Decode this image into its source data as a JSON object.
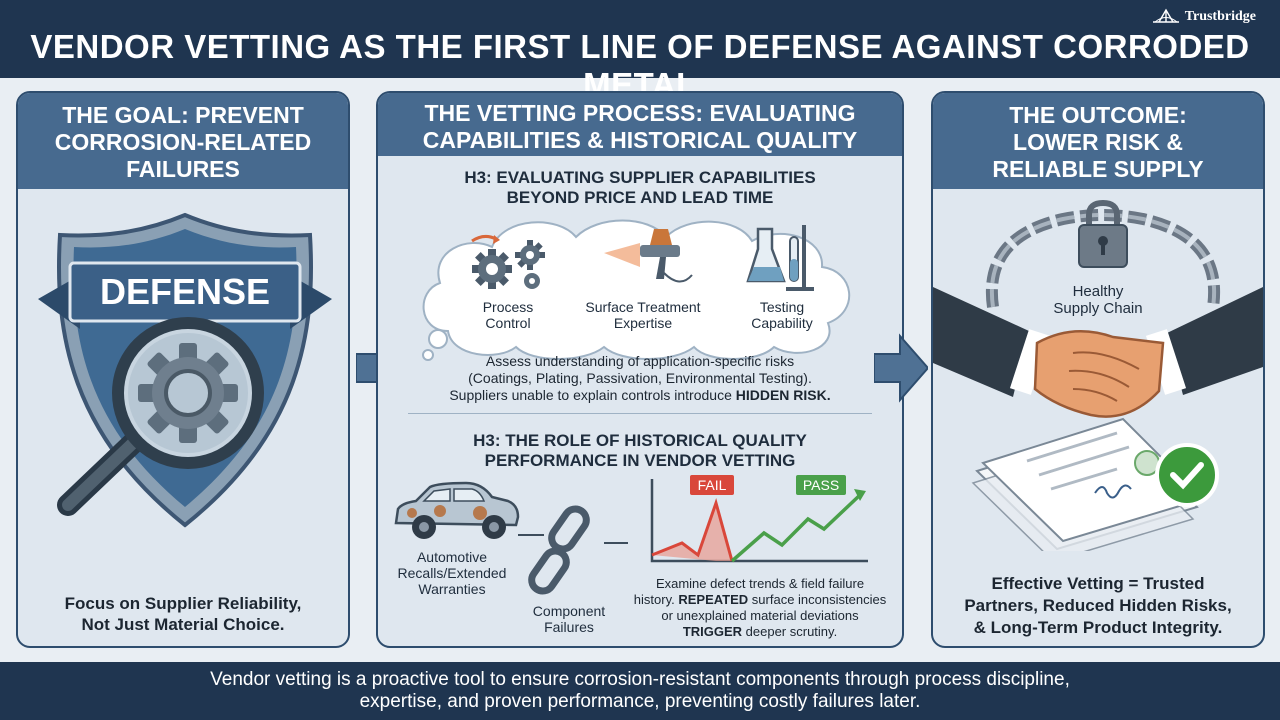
{
  "brand": {
    "name": "Trustbridge"
  },
  "title": "VENDOR VETTING AS THE FIRST LINE OF DEFENSE AGAINST CORRODED METAL",
  "panel_goal": {
    "heading": "THE GOAL: PREVENT CORROSION-RELATED FAILURES",
    "banner": "DEFENSE",
    "caption_line1": "Focus on Supplier Reliability,",
    "caption_line2": "Not Just Material Choice."
  },
  "panel_process": {
    "heading_line1": "THE VETTING PROCESS: EVALUATING",
    "heading_line2": "CAPABILITIES & HISTORICAL QUALITY",
    "section1": {
      "title_line1": "H3: EVALUATING SUPPLIER CAPABILITIES",
      "title_line2": "BEYOND PRICE AND LEAD TIME",
      "items": [
        {
          "line1": "Process",
          "line2": "Control",
          "icon": "gears-icon"
        },
        {
          "line1": "Surface Treatment",
          "line2": "Expertise",
          "icon": "spray-gun-icon"
        },
        {
          "line1": "Testing",
          "line2": "Capability",
          "icon": "lab-flask-icon"
        }
      ],
      "body_line1": "Assess understanding of application-specific risks",
      "body_line2": "(Coatings, Plating, Passivation, Environmental Testing).",
      "body_line3_pre": "Suppliers unable to explain controls introduce ",
      "body_line3_em": "HIDDEN RISK."
    },
    "section2": {
      "title_line1": "H3: THE ROLE OF HISTORICAL QUALITY",
      "title_line2": "PERFORMANCE IN VENDOR VETTING",
      "car_label_line1": "Automotive",
      "car_label_line2": "Recalls/Extended",
      "car_label_line3": "Warranties",
      "chain_label_line1": "Component",
      "chain_label_line2": "Failures",
      "fail_label": "FAIL",
      "pass_label": "PASS",
      "body_line1": "Examine defect trends & field failure",
      "body_line2": "history.",
      "body_line2_em": "REPEATED",
      "body_line2_post": " surface inconsistencies",
      "body_line3": "or unexplained material deviations",
      "body_line4_em": "TRIGGER",
      "body_line4_post": " deeper scrutiny."
    }
  },
  "panel_outcome": {
    "heading": "THE OUTCOME: LOWER RISK & RELIABLE SUPPLY",
    "chain_label_line1": "Healthy",
    "chain_label_line2": "Supply Chain",
    "caption_line1": "Effective Vetting = Trusted",
    "caption_line2": "Partners, Reduced Hidden Risks,",
    "caption_line3": "& Long-Term Product Integrity."
  },
  "footer": {
    "line1": "Vendor vetting is a proactive tool to ensure corrosion-resistant components through process discipline,",
    "line2": "expertise, and proven performance, preventing costly failures later."
  },
  "colors": {
    "navy": "#1f3550",
    "panel_head": "#476a8f",
    "fail": "#d9473a",
    "pass": "#4aa04a"
  }
}
